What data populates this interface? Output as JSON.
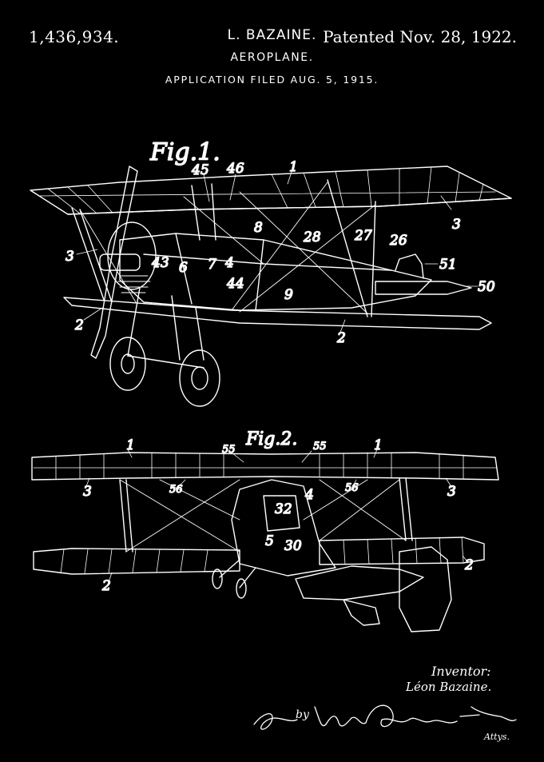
{
  "header": {
    "patent_number": "1,436,934.",
    "inventor": "L. BAZAINE.",
    "patent_date": "Patented Nov. 28, 1922.",
    "title": "AEROPLANE.",
    "filing": "APPLICATION FILED AUG. 5, 1915."
  },
  "figure1": {
    "label": "Fig.1.",
    "refs": [
      "45",
      "46",
      "1",
      "3",
      "3",
      "8",
      "28",
      "27",
      "26",
      "43",
      "6",
      "7",
      "4",
      "44",
      "9",
      "51",
      "50",
      "2",
      "2"
    ]
  },
  "figure2": {
    "label": "Fig.2.",
    "refs": [
      "1",
      "55",
      "55",
      "1",
      "3",
      "56",
      "4",
      "56",
      "3",
      "32",
      "5",
      "30",
      "2",
      "2"
    ]
  },
  "footer": {
    "inventor_label": "Inventor:",
    "inventor_signature": "Léon Bazaine.",
    "by_label": "by",
    "attorneys_label": "Attys."
  },
  "colors": {
    "background": "#000000",
    "ink": "#ffffff"
  }
}
